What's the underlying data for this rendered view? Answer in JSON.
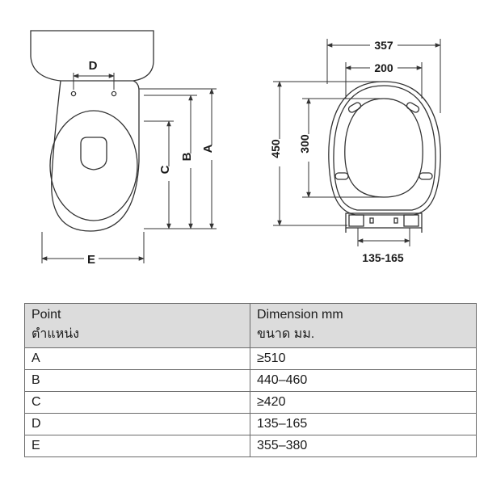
{
  "diagram": {
    "front_view_labels": {
      "d": "D",
      "c": "C",
      "b": "B",
      "a": "A",
      "e": "E"
    },
    "top_view_labels": {
      "width_outer": "357",
      "width_inner": "200",
      "height_outer": "450",
      "height_inner": "300",
      "hinge_range": "135-165"
    }
  },
  "table": {
    "headers": [
      {
        "en": "Point",
        "th": "ตำแหน่ง"
      },
      {
        "en": "Dimension mm",
        "th": "ขนาด มม."
      }
    ],
    "rows": [
      {
        "point": "A",
        "dimension": "≥510"
      },
      {
        "point": "B",
        "dimension": "440–460"
      },
      {
        "point": "C",
        "dimension": "≥420"
      },
      {
        "point": "D",
        "dimension": "135–165"
      },
      {
        "point": "E",
        "dimension": "355–380"
      }
    ]
  },
  "colors": {
    "line": "#333333",
    "header_bg": "#dcdcdc"
  }
}
